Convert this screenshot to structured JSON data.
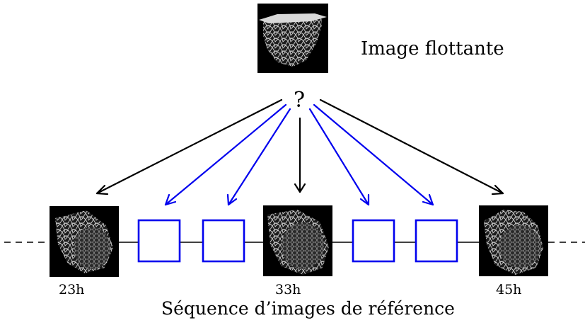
{
  "floating_image": {
    "label": "Image flottante",
    "query_symbol": "?"
  },
  "reference_sequence": {
    "caption": "Séquence d’images de référence",
    "images": [
      {
        "time": "23h"
      },
      {
        "time": "33h"
      },
      {
        "time": "45h"
      }
    ],
    "placeholder_count": 4
  },
  "colors": {
    "arrow_to_image": "#000000",
    "arrow_to_placeholder": "#0000ee",
    "placeholder_border": "#0000ee",
    "image_background": "#000000"
  }
}
